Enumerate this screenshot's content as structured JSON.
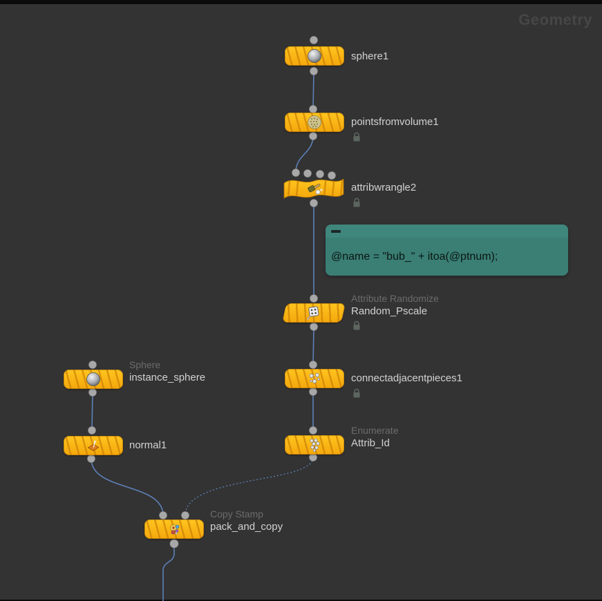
{
  "header": {
    "context_label": "Geometry"
  },
  "colors": {
    "background": "#333333",
    "topbar": "#0b0b0b",
    "node_stripe": "rgba(205,130,5,0.75)",
    "wire": "#5d81b9",
    "connector": "#a8a8a8",
    "label_primary": "#d2d2d2",
    "label_secondary": "#6c6c6c",
    "context_label": "#464646",
    "note_header": "#3f867c",
    "note_body": "#3a7e74",
    "note_text": "#0b1512",
    "lock": "#5d655f"
  },
  "nodes": {
    "sphere1": {
      "label": "sphere1",
      "icon": "sphere-icon"
    },
    "pointsfromvolume1": {
      "label": "pointsfromvolume1",
      "icon": "points-from-volume-icon",
      "locked": true
    },
    "attribwrangle2": {
      "label": "attribwrangle2",
      "icon": "wrangle-icon",
      "locked": true
    },
    "random_pscale": {
      "subtitle": "Attribute Randomize",
      "label": "Random_Pscale",
      "icon": "randomize-dice-icon",
      "locked": true
    },
    "connectadjacentpieces1": {
      "label": "connectadjacentpieces1",
      "icon": "connect-pieces-icon",
      "locked": true
    },
    "attrib_id": {
      "subtitle": "Enumerate",
      "label": "Attrib_Id",
      "icon": "enumerate-points-icon"
    },
    "instance_sphere": {
      "subtitle": "Sphere",
      "label": "instance_sphere",
      "icon": "sphere-icon"
    },
    "normal1": {
      "label": "normal1",
      "icon": "normal-vector-icon"
    },
    "pack_and_copy": {
      "subtitle": "Copy Stamp",
      "label": "pack_and_copy",
      "icon": "copy-stamp-icon"
    }
  },
  "sticky_note": {
    "text": "@name = \"bub_\" + itoa(@ptnum);",
    "collapse_button": "minus"
  }
}
